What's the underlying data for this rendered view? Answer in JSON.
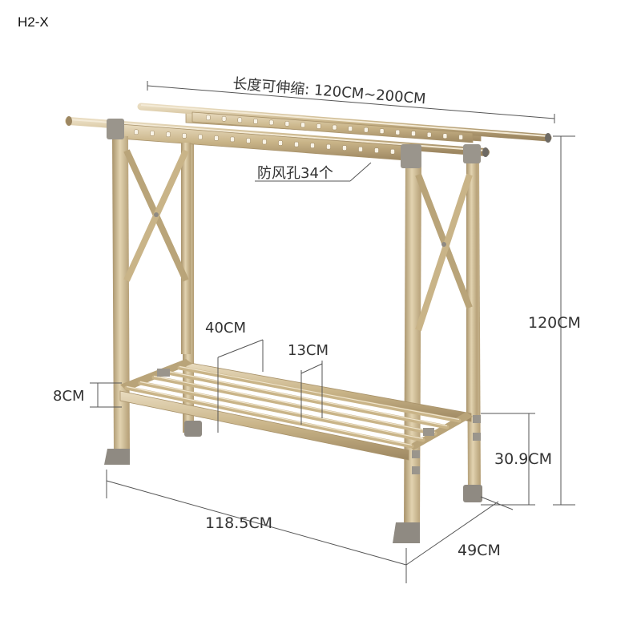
{
  "model_code": "H2-X",
  "length_label": "长度可伸缩: 120CM~200CM",
  "holes_label": "防风孔34个",
  "dims": {
    "height": "120CM",
    "width": "118.5CM",
    "depth": "49CM",
    "shelf_height": "30.9CM",
    "shelf_depth": "40CM",
    "rod_spacing": "13CM",
    "rail_height": "8CM"
  },
  "colors": {
    "frame": "#c9b488",
    "frame_dark": "#a8926a",
    "frame_light": "#e2d3b0",
    "joint": "#8f8a82",
    "dim_line": "#555555"
  }
}
